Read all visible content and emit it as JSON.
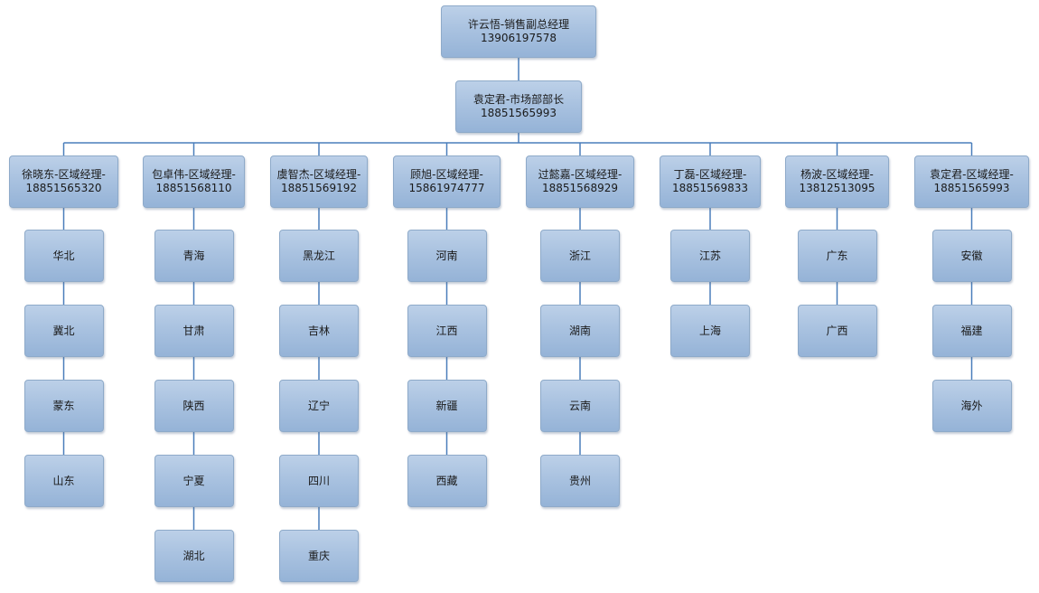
{
  "top": {
    "name": "许云悟-销售副总经理",
    "phone": "13906197578"
  },
  "second": {
    "name": "袁定君-市场部部长",
    "phone": "18851565993"
  },
  "managers": [
    {
      "name": "徐晓东-区域经理-",
      "phone": "18851565320",
      "regions": [
        "华北",
        "冀北",
        "蒙东",
        "山东"
      ]
    },
    {
      "name": "包卓伟-区域经理-",
      "phone": "18851568110",
      "regions": [
        "青海",
        "甘肃",
        "陕西",
        "宁夏",
        "湖北"
      ]
    },
    {
      "name": "虞智杰-区域经理-",
      "phone": "18851569192",
      "regions": [
        "黑龙江",
        "吉林",
        "辽宁",
        "四川",
        "重庆"
      ]
    },
    {
      "name": "顾旭-区域经理-",
      "phone": "15861974777",
      "regions": [
        "河南",
        "江西",
        "新疆",
        "西藏"
      ]
    },
    {
      "name": "过懿嘉-区域经理-",
      "phone": "18851568929",
      "regions": [
        "浙江",
        "湖南",
        "云南",
        "贵州"
      ]
    },
    {
      "name": "丁磊-区域经理-",
      "phone": "18851569833",
      "regions": [
        "江苏",
        "上海"
      ]
    },
    {
      "name": "杨波-区域经理-",
      "phone": "13812513095",
      "regions": [
        "广东",
        "广西"
      ]
    },
    {
      "name": "袁定君-区域经理-",
      "phone": "18851565993",
      "regions": [
        "安徽",
        "福建",
        "海外"
      ]
    }
  ],
  "colors": {
    "line": "#4a7ebb",
    "box_top": "#bcd0e8",
    "box_bottom": "#95b3d7"
  }
}
